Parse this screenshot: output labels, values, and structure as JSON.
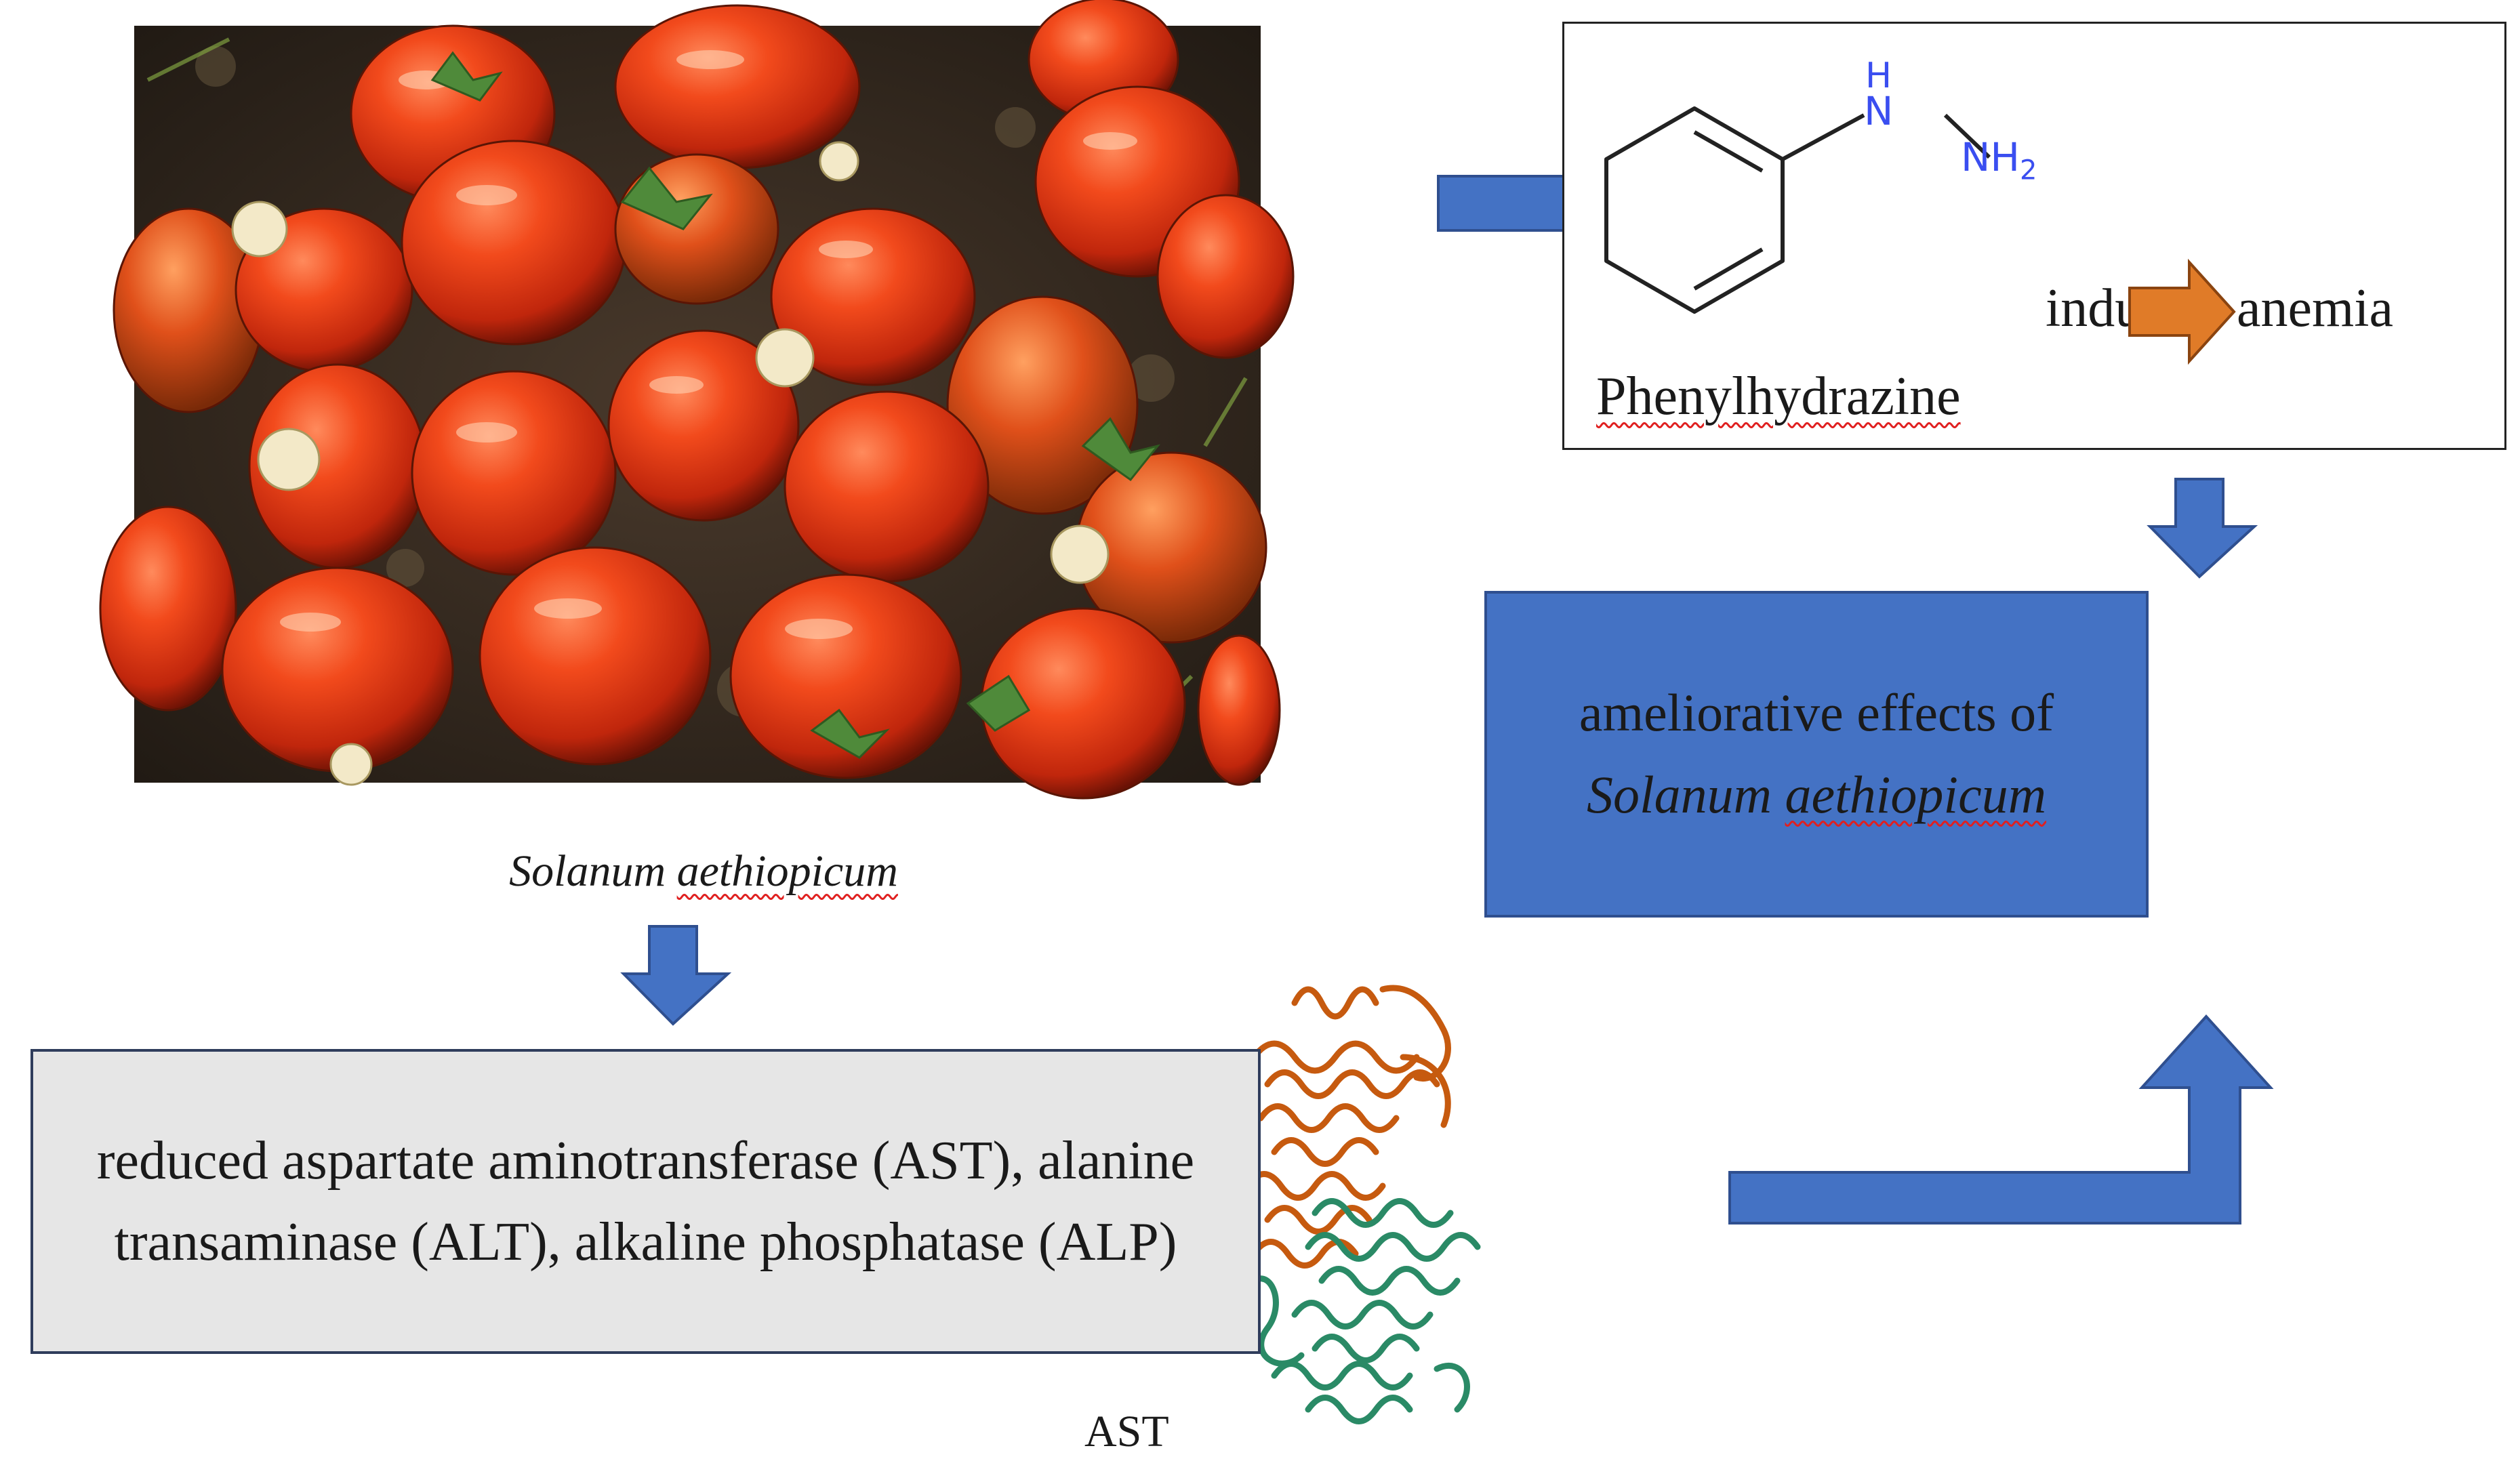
{
  "photo": {
    "caption": "Solanum aethiopicum"
  },
  "phenylhydrazine_box": {
    "name": "Phenylhydrazine",
    "atom_h": "H",
    "atom_n": "N",
    "atom_nh2": "NH",
    "atom_nh2_sub": "2",
    "induce_text": "indu",
    "result_text": "anemia"
  },
  "effect_box": {
    "line1": "ameliorative effects of",
    "line2": "Solanum aethiopicum"
  },
  "enzyme_box": {
    "text": "reduced aspartate aminotransferase (AST), alanine transaminase (ALT), alkaline phosphatase (ALP)"
  },
  "protein_label": "AST",
  "colors": {
    "arrow_blue": "#4472c4",
    "arrow_orange": "#e07b28",
    "atom_blue": "#3a4ef0",
    "protein_orange": "#c65a0f",
    "protein_green": "#2a8a66"
  },
  "icons": [
    "fruit-photo",
    "phenylhydrazine-structure",
    "ast-protein-structure"
  ]
}
